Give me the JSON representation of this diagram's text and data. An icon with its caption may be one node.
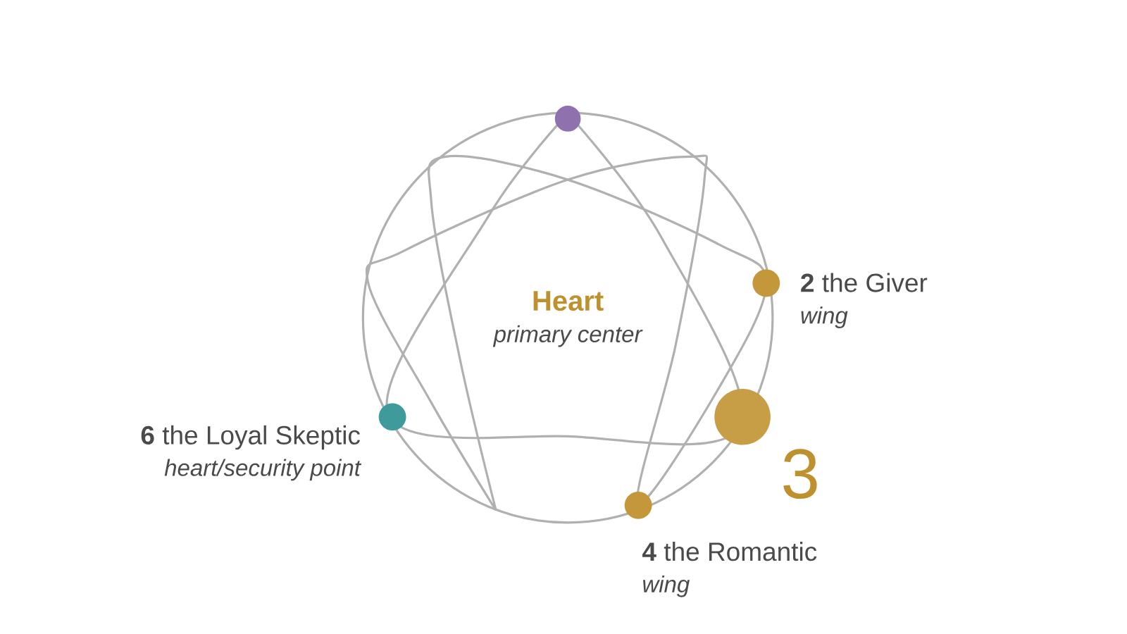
{
  "diagram": {
    "nodes": [
      {
        "text": [],
        "shape": "circle"
      },
      {
        "text": [],
        "shape": "circle",
        "beside": [
          "**2** the Giver",
          "wing"
        ]
      },
      {
        "text": [],
        "shape": "circle",
        "beside": [
          "**6** the Loyal Skeptic",
          "heart/security point"
        ]
      },
      {
        "text": [],
        "shape": "circle",
        "beside": [
          "3"
        ]
      },
      {
        "text": [],
        "shape": "circle",
        "beside": [
          "**4** the Romantic",
          "wing"
        ]
      }
    ],
    "edges": [],
    "labels": [
      "Heart",
      "primary center"
    ]
  }
}
